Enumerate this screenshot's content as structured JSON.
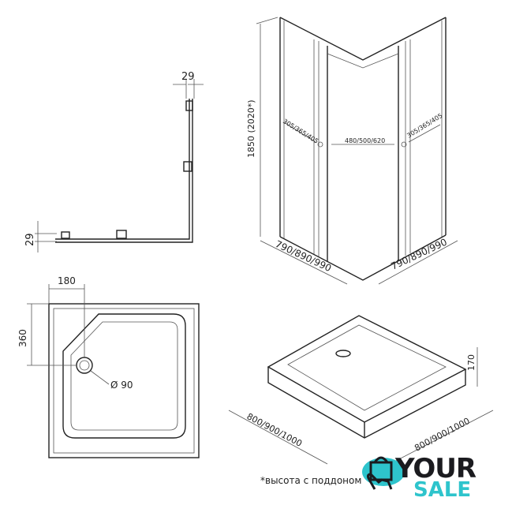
{
  "profile": {
    "dim_top": "29",
    "dim_left": "29"
  },
  "enclosure": {
    "height": "1850  (2020*)",
    "side_door_left": "305/365/405",
    "center_opening": "480/500/620",
    "side_door_right": "305/365/405",
    "width_left": "790/890/990",
    "width_right": "790/890/990"
  },
  "tray_plan": {
    "dim_180": "180",
    "dim_360": "360",
    "drain": "Ø 90"
  },
  "tray_iso": {
    "width_left": "800/900/1000",
    "width_right": "800/900/1000",
    "height": "170"
  },
  "footnote": "*высота с поддоном",
  "logo": {
    "line1": "YOUR",
    "line2": "SALE",
    "colors": {
      "dark": "#1b1b1f",
      "accent": "#2ec4cc"
    }
  }
}
